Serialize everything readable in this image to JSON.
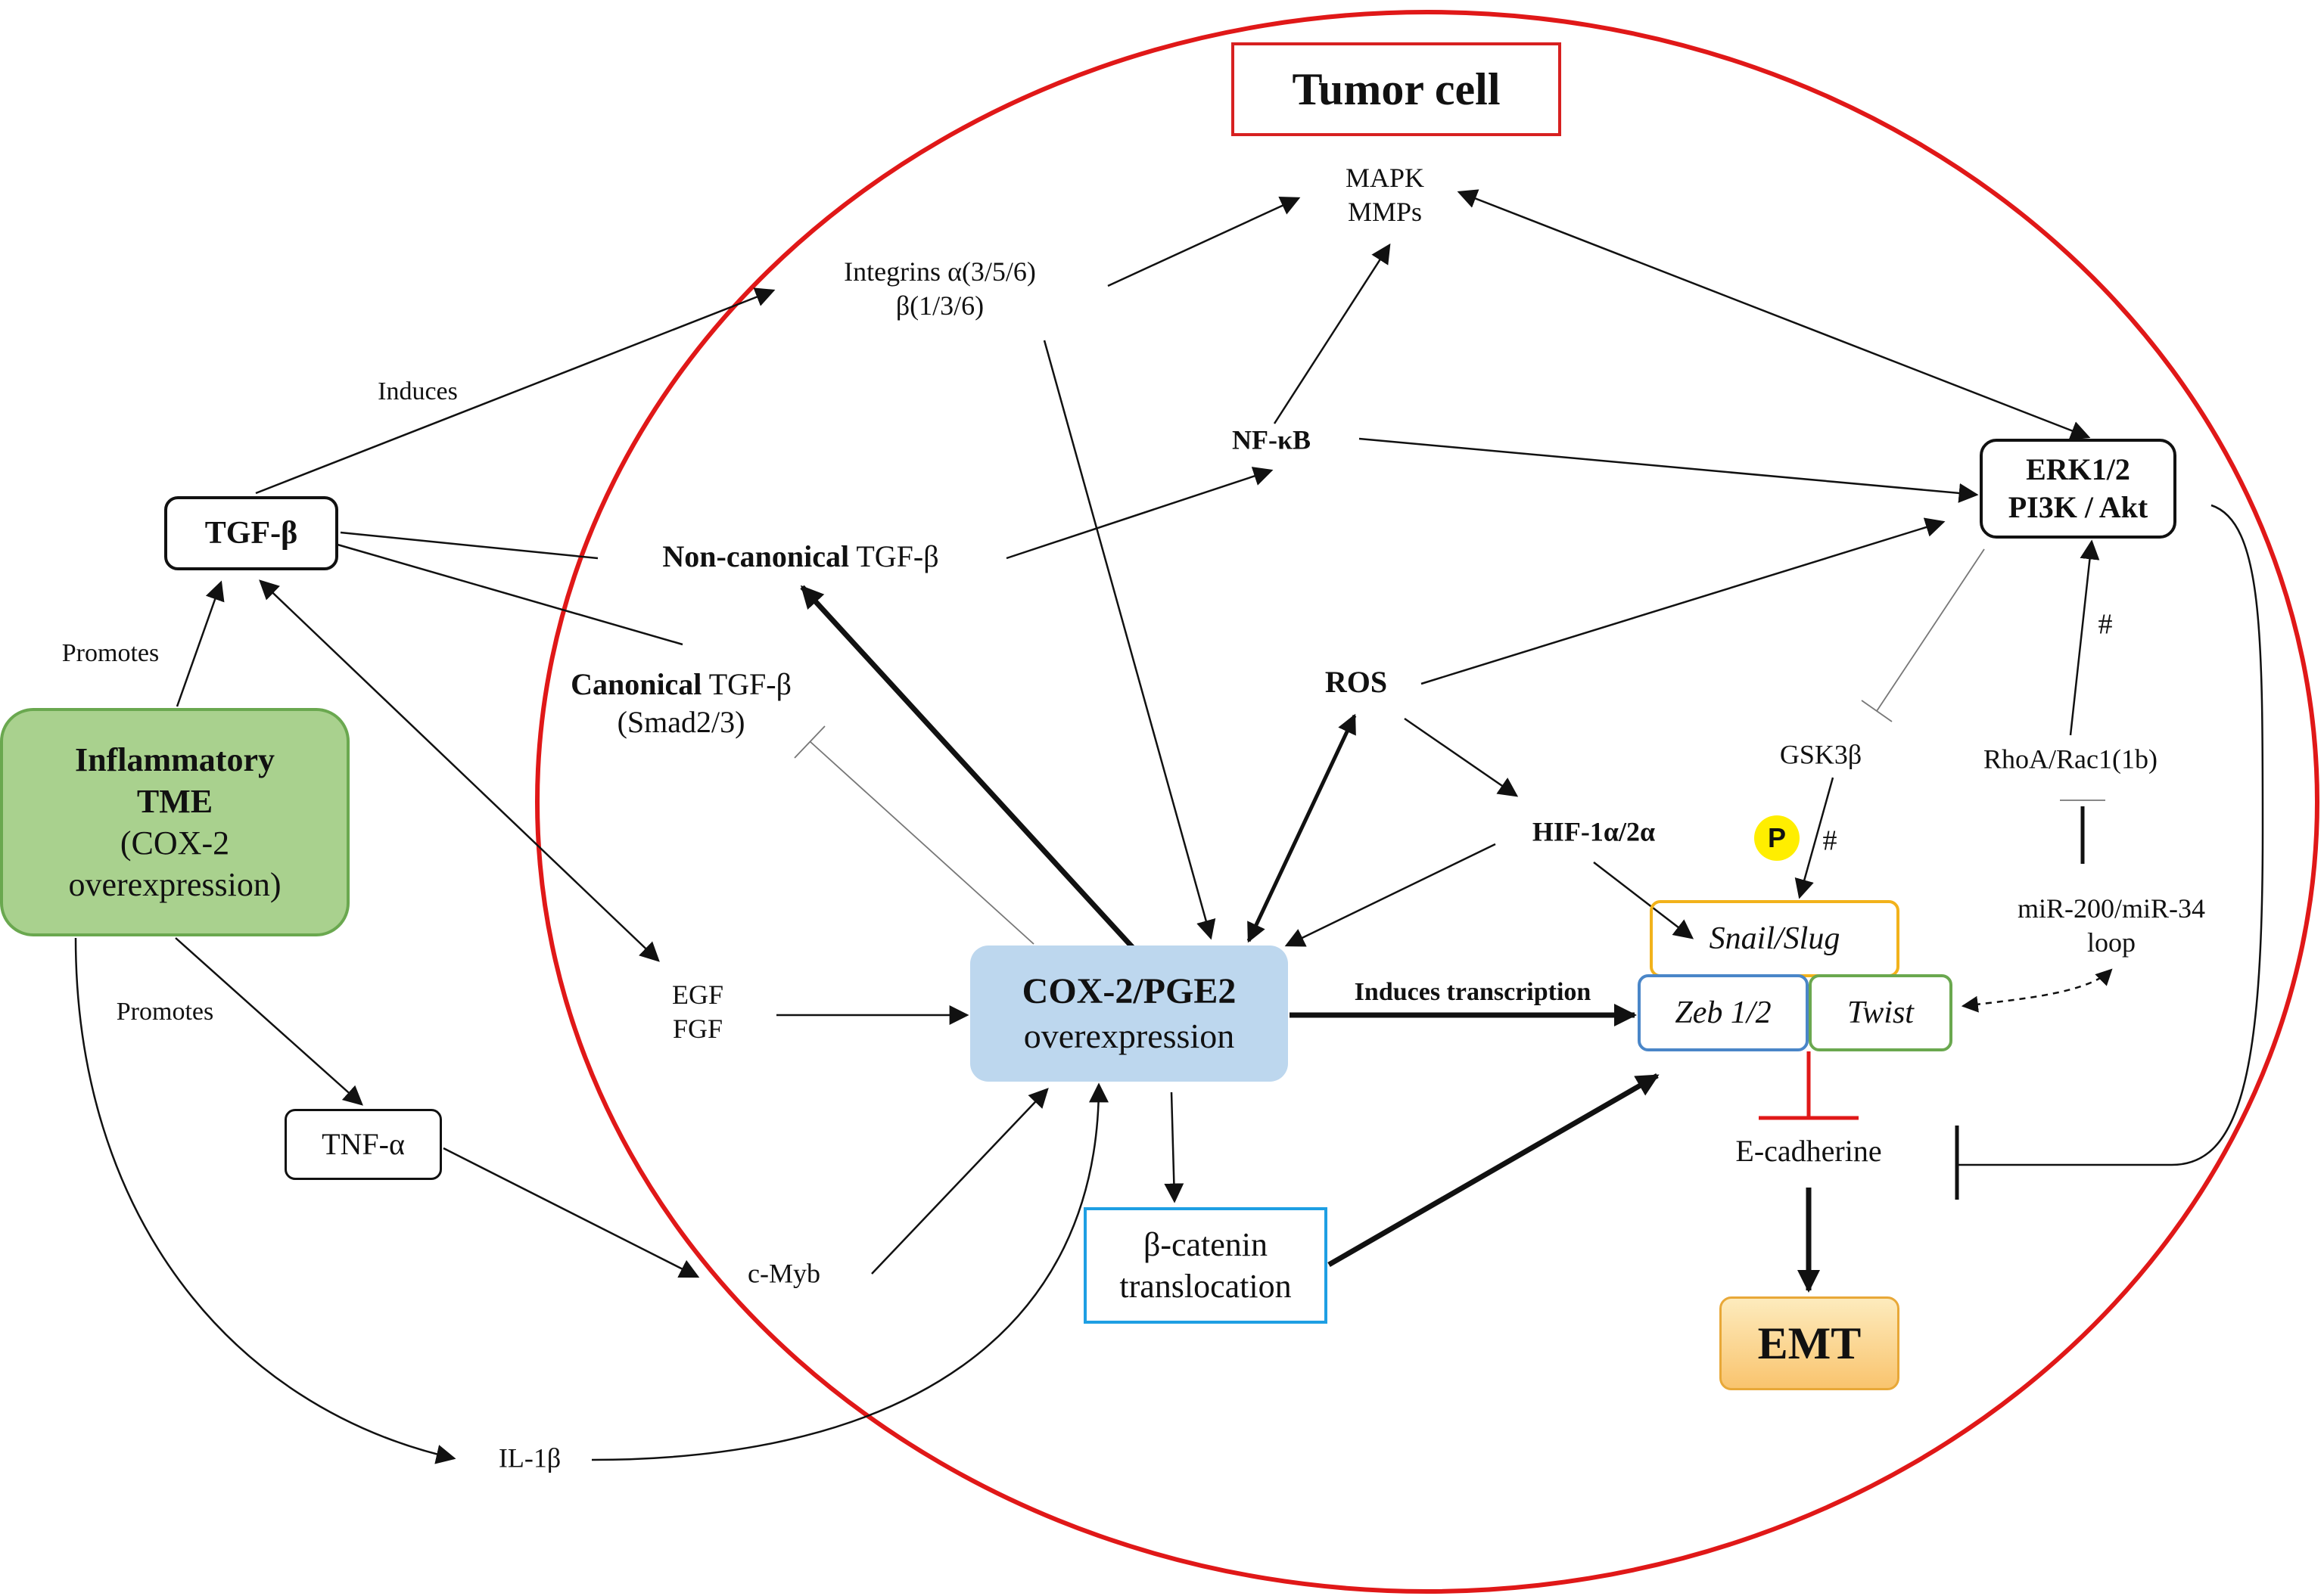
{
  "title": "Tumor cell",
  "nodes": {
    "inflammatory_tme": {
      "line1": "Inflammatory",
      "line2": "TME",
      "line3": "(COX-2",
      "line4": "overexpression)"
    },
    "tgf_beta": "TGF-β",
    "tnf_alpha": "TNF-α",
    "il1_beta": "IL-1β",
    "c_myb": "c-Myb",
    "egf_fgf": {
      "line1": "EGF",
      "line2": "FGF"
    },
    "integrins": {
      "line1": "Integrins α(3/5/6)",
      "line2": "β(1/3/6)"
    },
    "mapk_mmps": {
      "line1": "MAPK",
      "line2": "MMPs"
    },
    "nf_kb": "NF-κB",
    "non_canonical": {
      "bold": "Non-canonical",
      "rest": " TGF-β"
    },
    "canonical": {
      "bold": "Canonical",
      "rest": " TGF-β",
      "line2": "(Smad2/3)"
    },
    "ros": "ROS",
    "hif": "HIF-1α/2α",
    "erk": {
      "line1": "ERK1/2",
      "line2": "PI3K / Akt"
    },
    "gsk3b": "GSK3β",
    "rhoa": "RhoA/Rac1(1b)",
    "mir": {
      "line1": "miR-200/miR-34",
      "line2": "loop"
    },
    "cox2": {
      "line1": "COX-2/PGE2",
      "line2": "overexpression"
    },
    "beta_catenin": {
      "line1": "β-catenin",
      "line2": "translocation"
    },
    "snail_slug": "Snail/Slug",
    "zeb": "Zeb 1/2",
    "twist": "Twist",
    "e_cadherine": "E-cadherine",
    "emt": "EMT",
    "phospho_badge": "P"
  },
  "edge_labels": {
    "induces": "Induces",
    "promotes_tgf": "Promotes",
    "promotes_tnf": "Promotes",
    "induces_transcription": "Induces transcription",
    "hash_gsk": "#",
    "hash_rhoa": "#"
  },
  "colors": {
    "cell_outline": "#e01818",
    "title_border": "#d72020",
    "tme_fill": "#a9d18e",
    "tme_border": "#6aa84f",
    "cox_fill": "#bdd7ee",
    "catenin_border": "#1e9fe3",
    "snail_border": "#f2b21b",
    "zeb_border": "#4a86c8",
    "twist_border": "#6aa84f",
    "emt_fill": "#f9c46e",
    "inhibit_red": "#e01818",
    "badge_yellow": "#ffee00"
  }
}
